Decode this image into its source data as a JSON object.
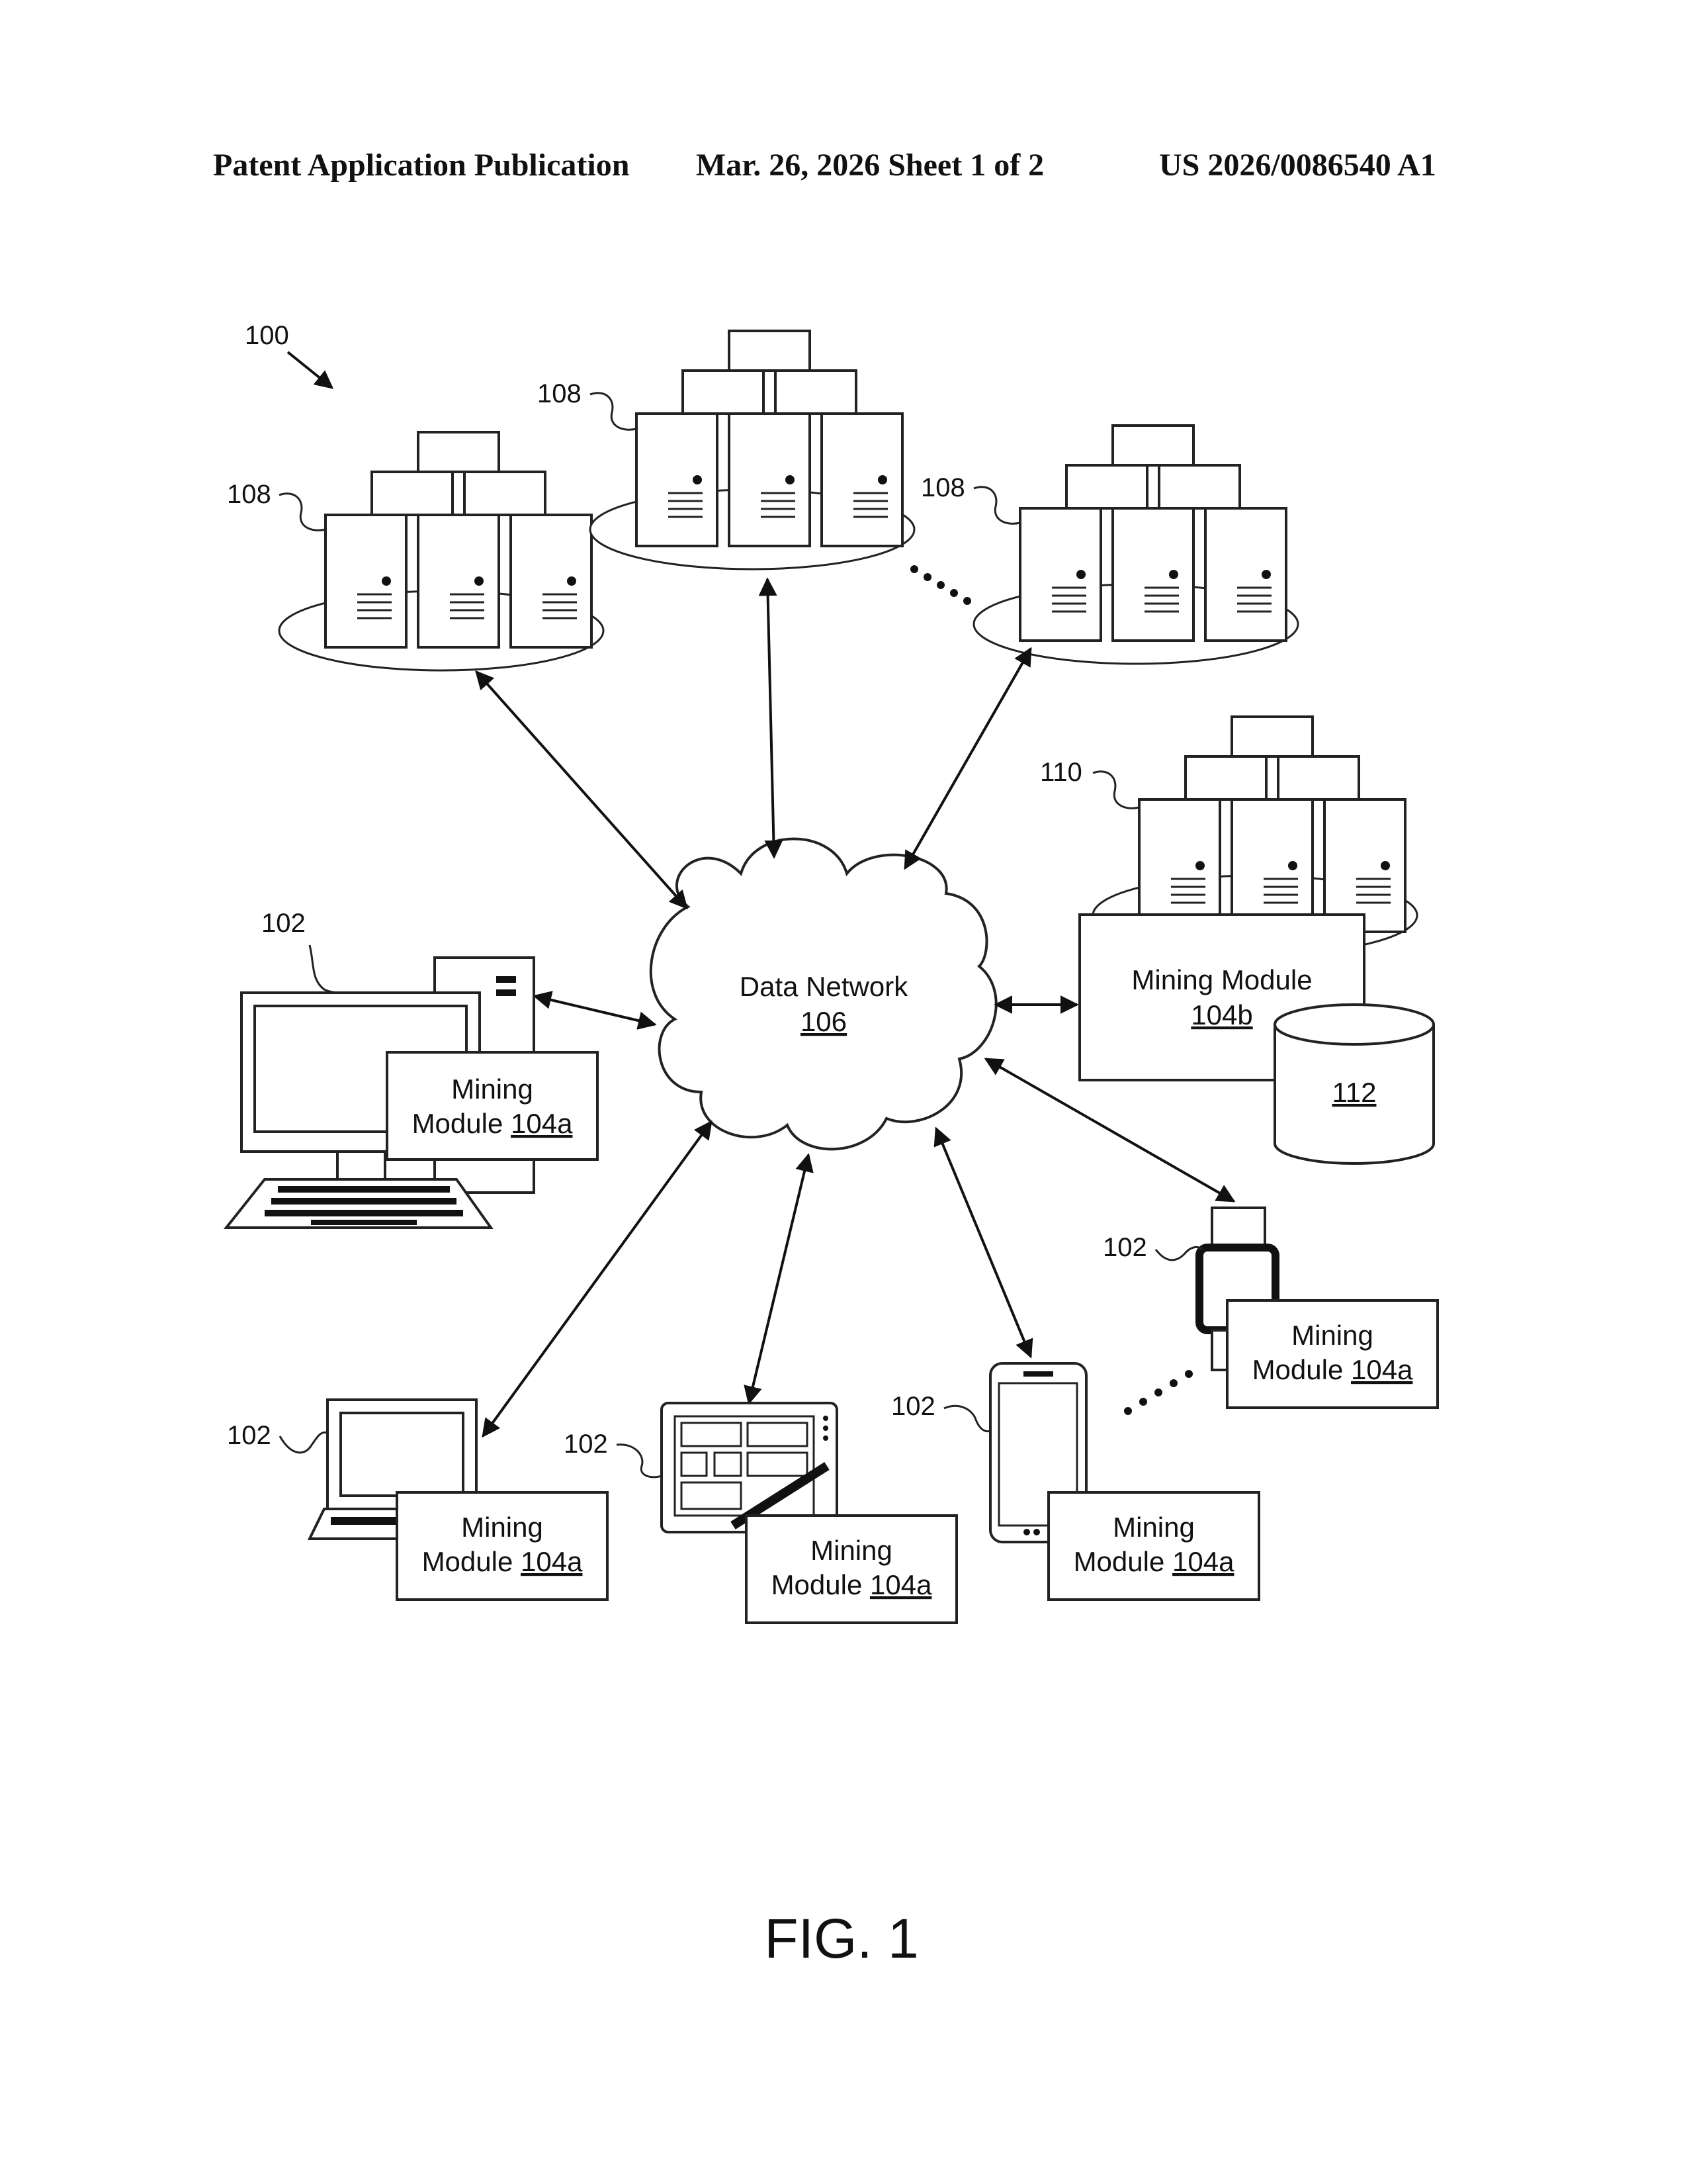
{
  "header": {
    "left": "Patent Application Publication",
    "middle": "Mar. 26, 2026  Sheet 1 of 2",
    "right": "US 2026/0086540 A1"
  },
  "refs": {
    "system": "100",
    "device": "102",
    "network_number": "106",
    "server_cluster": "108",
    "mining_server": "110",
    "database": "112"
  },
  "network": {
    "name": "Data Network",
    "number": "106"
  },
  "mining_module_a": {
    "word": "Mining",
    "module": "Module",
    "number": "104a"
  },
  "mining_module_b": {
    "name": "Mining Module",
    "number": "104b"
  },
  "figure_label": "FIG. 1"
}
